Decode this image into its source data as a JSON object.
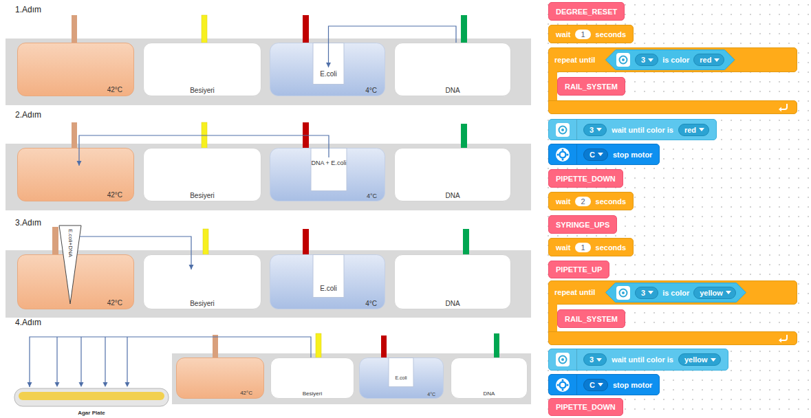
{
  "diagram": {
    "nodes": [
      {
        "text": [
          "1.Adım"
        ]
      },
      {
        "text": [
          "42°C"
        ],
        "in": 0
      },
      {
        "text": [
          "Besiyeri"
        ],
        "in": 0
      },
      {
        "text": [
          "E.coli",
          "4°C"
        ],
        "in": 0
      },
      {
        "text": [
          "DNA"
        ],
        "in": 0
      },
      {
        "text": [
          "2.Adım"
        ]
      },
      {
        "text": [
          "42°C"
        ],
        "in": 5
      },
      {
        "text": [
          "Besiyeri"
        ],
        "in": 5
      },
      {
        "text": [
          "DNA + E.coli",
          "4°C"
        ],
        "in": 5
      },
      {
        "text": [
          "DNA"
        ],
        "in": 5
      },
      {
        "text": [
          "3.Adım"
        ]
      },
      {
        "text": [
          "42°C"
        ],
        "in": 10
      },
      {
        "text": [
          "E.coli+DNA"
        ],
        "in": 10
      },
      {
        "text": [
          "Besiyeri"
        ],
        "in": 10
      },
      {
        "text": [
          "E.coli",
          "4°C"
        ],
        "in": 10
      },
      {
        "text": [
          "DNA"
        ],
        "in": 10
      },
      {
        "text": [
          "4.Adım"
        ]
      },
      {
        "text": [
          "Agar Plate"
        ],
        "in": 16
      },
      {
        "text": [
          "42°C"
        ],
        "in": 16
      },
      {
        "text": [
          "Besiyeri"
        ],
        "in": 16
      },
      {
        "text": [
          "E.coli",
          "4°C"
        ],
        "in": 16
      },
      {
        "text": [
          "DNA"
        ],
        "in": 16
      },
      {
        "text": [
          "DEGREE_RESET"
        ]
      },
      {
        "text": [
          "wait",
          "1",
          "seconds"
        ]
      },
      {
        "text": [
          "repeat until"
        ]
      },
      {
        "text": [
          "3",
          "is color",
          "red"
        ],
        "in": 24
      },
      {
        "text": [
          "RAIL_SYSTEM"
        ],
        "in": 24
      },
      {
        "text": [
          "3",
          "wait until color is",
          "red"
        ]
      },
      {
        "text": [
          "C",
          "stop motor"
        ]
      },
      {
        "text": [
          "PIPETTE_DOWN"
        ]
      },
      {
        "text": [
          "wait",
          "2",
          "seconds"
        ]
      },
      {
        "text": [
          "SYRINGE_UPS"
        ]
      },
      {
        "text": [
          "wait",
          "1",
          "seconds"
        ]
      },
      {
        "text": [
          "PIPETTE_UP"
        ]
      },
      {
        "text": [
          "repeat until"
        ]
      },
      {
        "text": [
          "3",
          "is color",
          "yellow"
        ],
        "in": 34
      },
      {
        "text": [
          "RAIL_SYSTEM"
        ],
        "in": 34
      },
      {
        "text": [
          "3",
          "wait until color is",
          "yellow"
        ]
      },
      {
        "text": [
          "C",
          "stop motor"
        ]
      },
      {
        "text": [
          "PIPETTE_DOWN"
        ]
      }
    ],
    "edges": [
      {
        "from": 4,
        "to": 3,
        "arrow": "to"
      },
      {
        "from": 8,
        "to": 6,
        "arrow": "to"
      },
      {
        "from": 12,
        "to": 13,
        "arrow": "to"
      },
      {
        "from": 19,
        "to": 17,
        "arrow": "to"
      }
    ]
  }
}
